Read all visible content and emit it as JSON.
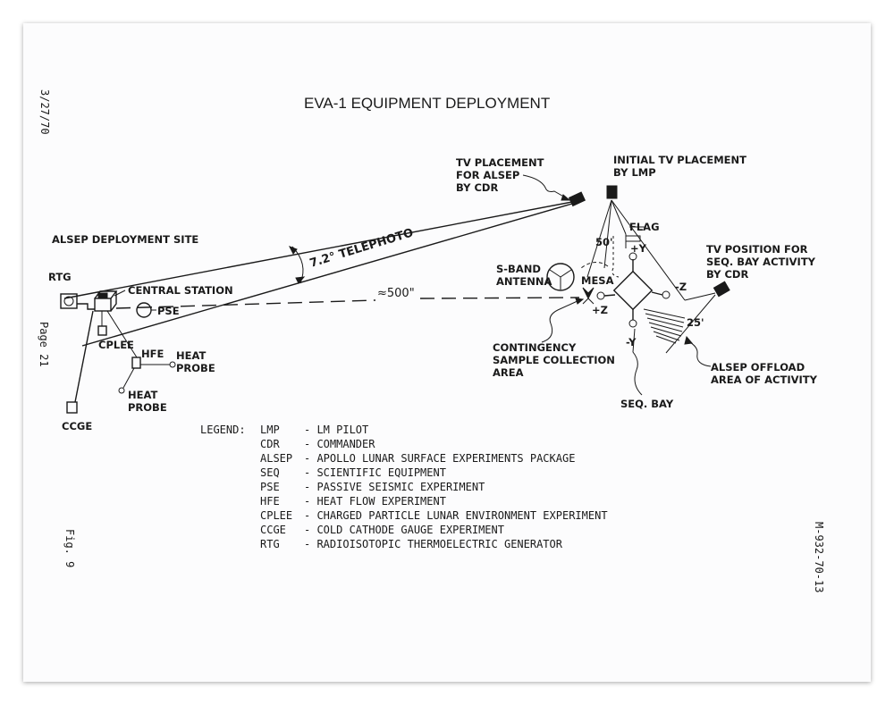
{
  "title": "EVA-1 EQUIPMENT DEPLOYMENT",
  "side_text": {
    "date": "3/27/70",
    "page": "Page 21",
    "figure": "Fig. 9",
    "doc_number": "M-932-70-13"
  },
  "labels": {
    "alsep_site": "ALSEP DEPLOYMENT SITE",
    "rtg": "RTG",
    "central_station": "CENTRAL STATION",
    "pse": "PSE",
    "cplee": "CPLEE",
    "hfe": "HFE",
    "heat_probe_1_line1": "HEAT",
    "heat_probe_1_line2": "PROBE",
    "heat_probe_2_line1": "HEAT",
    "heat_probe_2_line2": "PROBE",
    "ccge": "CCGE",
    "telephoto": "7.2° TELEPHOTO",
    "distance": "≈500\"",
    "tv_alsep_line1": "TV PLACEMENT",
    "tv_alsep_line2": "FOR ALSEP",
    "tv_alsep_line3": "BY CDR",
    "initial_tv_line1": "INITIAL TV PLACEMENT",
    "initial_tv_line2": "BY LMP",
    "flag": "FLAG",
    "dist_50": "50'",
    "plus_y": "+Y",
    "minus_y": "-Y",
    "minus_z": "-Z",
    "plus_z": "+Z",
    "mesa": "MESA",
    "sband_line1": "S-BAND",
    "sband_line2": "ANTENNA",
    "tv_seq_line1": "TV POSITION FOR",
    "tv_seq_line2": "SEQ. BAY ACTIVITY",
    "tv_seq_line3": "BY CDR",
    "dist_25": "25'",
    "contingency_line1": "CONTINGENCY",
    "contingency_line2": "SAMPLE COLLECTION",
    "contingency_line3": "AREA",
    "offload_line1": "ALSEP OFFLOAD",
    "offload_line2": "AREA OF ACTIVITY",
    "seq_bay": "SEQ. BAY"
  },
  "legend": {
    "heading": "LEGEND:",
    "items": [
      {
        "abbr": "LMP",
        "desc": "- LM PILOT"
      },
      {
        "abbr": "CDR",
        "desc": "- COMMANDER"
      },
      {
        "abbr": "ALSEP",
        "desc": "- APOLLO LUNAR SURFACE EXPERIMENTS PACKAGE"
      },
      {
        "abbr": "SEQ",
        "desc": "- SCIENTIFIC EQUIPMENT"
      },
      {
        "abbr": "PSE",
        "desc": "- PASSIVE SEISMIC EXPERIMENT"
      },
      {
        "abbr": "HFE",
        "desc": "- HEAT FLOW EXPERIMENT"
      },
      {
        "abbr": "CPLEE",
        "desc": "- CHARGED PARTICLE LUNAR ENVIRONMENT EXPERIMENT"
      },
      {
        "abbr": "CCGE",
        "desc": "- COLD CATHODE GAUGE EXPERIMENT"
      },
      {
        "abbr": "RTG",
        "desc": "- RADIOISOTOPIC THERMOELECTRIC GENERATOR"
      }
    ]
  }
}
